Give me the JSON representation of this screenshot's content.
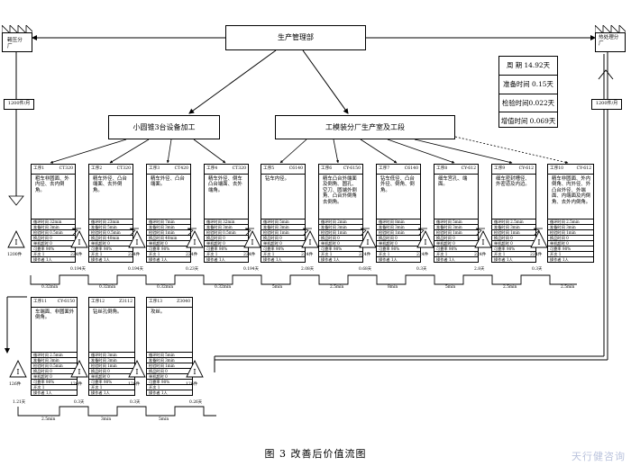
{
  "title": "生产管理部",
  "left_supplier": "毂压分厂",
  "right_customer": "热处理分厂",
  "left_delivery": "1200件/月",
  "right_delivery": "1200件/月",
  "group_left": "小圆锥3台设备加工",
  "group_right": "工模装分厂生产室及工段",
  "summary": [
    "周  期  14.92天",
    "准备时间 0.15天",
    "检验时间0.022天",
    "增值时间 0.069天"
  ],
  "row1": [
    {
      "id": "工序1",
      "code": "CT320",
      "desc": "粗车非圆面、外内径、去内倒角。",
      "table": [
        "循环时间 32min",
        "准备时间 3min",
        "检验时间 0.5min",
        "换品时间 0",
        "单机超时 0",
        "可靠率 98%",
        "开次 1",
        "操作者 1人"
      ]
    },
    {
      "id": "工序2",
      "code": "CT320",
      "desc": "精车外径、凸台端面、去外倒角。",
      "table": [
        "循环时间 23min",
        "准备时间 5min",
        "检验时间 0.5min",
        "换品时间 40min",
        "单机超时 0",
        "可靠率 98%",
        "开次 1",
        "操作者 1人"
      ]
    },
    {
      "id": "工序3",
      "code": "CT420",
      "desc": "精车外径、凸台端面。",
      "table": [
        "循环时间 7min",
        "准备时间 3min",
        "检验时间 1min",
        "换品时间 40min",
        "单机超时 0",
        "可靠率 98%",
        "开次 1",
        "操作者 1人"
      ]
    },
    {
      "id": "工序4",
      "code": "CT320",
      "desc": "精车外径、倒车凸台端面、去外端角。",
      "table": [
        "循环时间 32min",
        "准备时间 3min",
        "检验时间 0.5min",
        "换品时间 0",
        "单机超时 0",
        "可靠率 98%",
        "开次 1",
        "操作者 1人"
      ]
    },
    {
      "id": "工序5",
      "code": "C6140",
      "desc": "钻车内径。",
      "table": [
        "循环时间 5min",
        "准备时间 3min",
        "检验时间 1min",
        "换品时间 0",
        "单机超时 0",
        "可靠率 98%",
        "开次 1",
        "操作者 1人"
      ]
    },
    {
      "id": "工序6",
      "code": "CY-6150",
      "desc": "精车凸台外端面及倒角、圆孔、空刀、圆端外倒角、凸台外倒角去倒角。",
      "table": [
        "循环时间 2min",
        "准备时间 3min",
        "检验时间 1min",
        "换品时间 0",
        "单机超时 0",
        "可靠率 98%",
        "开次 1",
        "操作者 1人"
      ]
    },
    {
      "id": "工序7",
      "code": "C6140",
      "desc": "钻车低径、凸台外径、倒角、倒角。",
      "table": [
        "循环时间 8min",
        "准备时间 3min",
        "检验时间 1min",
        "换品时间 0",
        "单机超时 0",
        "可靠率 98%",
        "开次 1",
        "操作者 1人"
      ]
    },
    {
      "id": "工序8",
      "code": "CY-612",
      "desc": "细车宫孔、端面。",
      "table": [
        "循环时间 5min",
        "准备时间 3min",
        "检验时间 1min",
        "换品时间 0",
        "单机超时 0",
        "可靠率 98%",
        "开次 1",
        "操作者 1人"
      ]
    },
    {
      "id": "工序9",
      "code": "CY-612",
      "desc": "细车密封槽径、外密道及内边。",
      "table": [
        "循环时间 2.5min",
        "准备时间 3min",
        "检验时间 1min",
        "换品时间 0",
        "单机超时 0",
        "可靠率 98%",
        "开次 1",
        "操作者 1人"
      ]
    },
    {
      "id": "工序10",
      "code": "CY-612",
      "desc": "精车非圆面、外内倒角、内外径、外凸台外径、外端面、内端面及内倒角、去外内倒角。",
      "table": [
        "循环时间 2.5min",
        "准备时间 3min",
        "检验时间 1min",
        "换品时间 0",
        "单机超时 0",
        "可靠率 98%",
        "开次 1",
        "操作者 1人"
      ]
    }
  ],
  "row2": [
    {
      "id": "工序11",
      "code": "CY-6150",
      "desc": "车端面、非圆面外倒角。",
      "table": [
        "循环时间 2.5min",
        "准备时间 3min",
        "检验时间 0.5min",
        "换品时间 0",
        "单机超时 0",
        "可靠率 98%",
        "开次 1",
        "操作者 1人"
      ]
    },
    {
      "id": "工序12",
      "code": "Z3112",
      "desc": "钻丝孔倒角。",
      "table": [
        "循环时间 3min",
        "准备时间 3min",
        "检验时间 1min",
        "换品时间 0",
        "单机超时 0",
        "可靠率 98%",
        "开次 1",
        "操作者 1人"
      ]
    },
    {
      "id": "工序13",
      "code": "Z3040",
      "desc": "攻丝。",
      "table": [
        "循环时间 5min",
        "准备时间 3min",
        "检验时间 1min",
        "换品时间 0",
        "单机超时 0",
        "可靠率 98%",
        "开次 1",
        "操作者 1人"
      ]
    }
  ],
  "inv1": [
    "1200件",
    "224件",
    "224件",
    "224件",
    "224件",
    "224件",
    "224件",
    "224件",
    "224件",
    "224件",
    "224件"
  ],
  "inv2": [
    "126件",
    "126件",
    "126件",
    "126件"
  ],
  "timeline1_days": [
    "0.194天",
    "0.194天",
    "0.23天",
    "0.194天",
    "2.08天",
    "0.68天",
    "0.3天",
    "2.8天",
    "0.3天"
  ],
  "timeline1_proc": [
    "0.32min",
    "0.32min",
    "0.32min",
    "0.32min",
    "5min",
    "2.5min",
    "8min",
    "5min",
    "2.5min",
    "2.5min"
  ],
  "timeline2_days": [
    "1.21天",
    "0.3天",
    "0.3天",
    "0.26天"
  ],
  "timeline2_proc": [
    "2.5min",
    "3min",
    "5min"
  ],
  "caption": "图 3  改善后价值流图",
  "watermark": "天行健咨询"
}
